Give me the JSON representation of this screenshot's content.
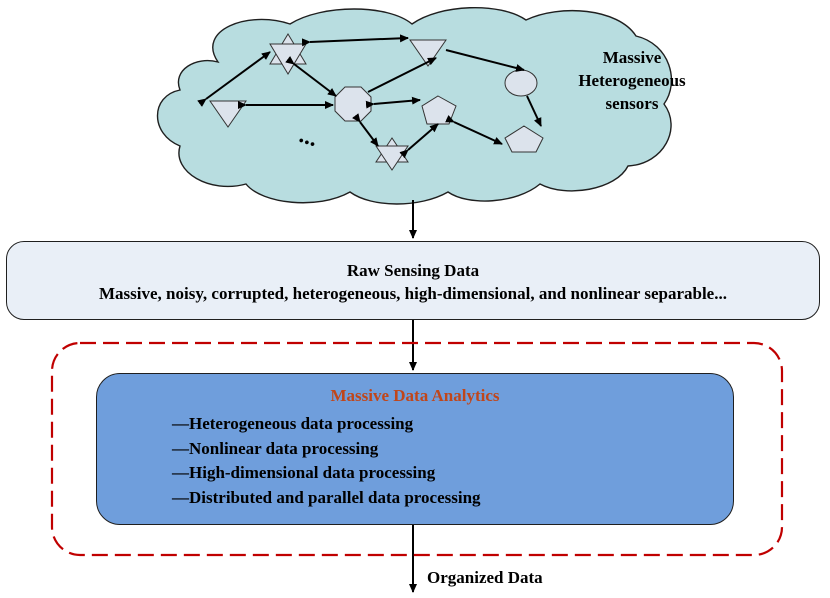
{
  "cloud": {
    "label_lines": [
      "Massive",
      "Heterogeneous",
      "sensors"
    ],
    "ellipsis": "•••"
  },
  "raw_data": {
    "title": "Raw Sensing Data",
    "description": "Massive, noisy, corrupted, heterogeneous, high-dimensional, and nonlinear separable..."
  },
  "analytics": {
    "title": "Massive Data Analytics",
    "items": [
      "—Heterogeneous data processing",
      "—Nonlinear data processing",
      "—High-dimensional data processing",
      "—Distributed and parallel data processing"
    ]
  },
  "output": {
    "label": "Organized Data"
  },
  "colors": {
    "cloud_fill": "#b8dde0",
    "raw_box_fill": "#e9eff7",
    "analytics_fill": "#6f9edc",
    "analytics_title": "#c0461a",
    "dashed_border": "#c00000",
    "sensor_fill": "#dce3ec"
  }
}
